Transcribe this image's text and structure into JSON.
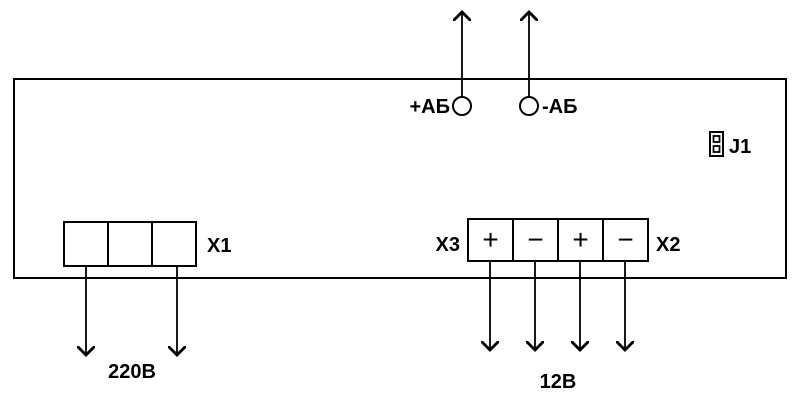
{
  "labels": {
    "plus_ab": "+АБ",
    "minus_ab": "-АБ",
    "j1": "J1",
    "x1": "X1",
    "x2": "X2",
    "x3": "X3",
    "ac_voltage": "220В",
    "dc_voltage": "12В"
  },
  "terminals": {
    "x3_signs": [
      "+",
      "−"
    ],
    "x2_signs": [
      "+",
      "−"
    ]
  },
  "colors": {
    "line": "#000000",
    "background": "#ffffff"
  }
}
